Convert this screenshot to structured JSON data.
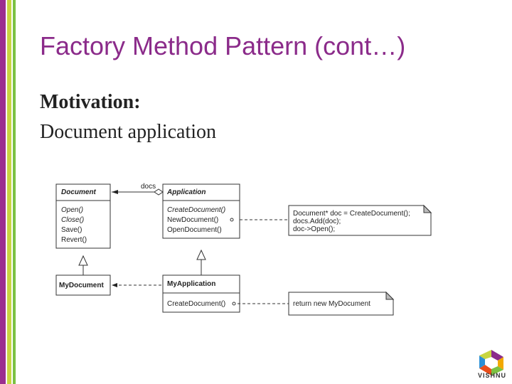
{
  "slide": {
    "title": "Factory Method Pattern (cont…)",
    "heading": "Motivation:",
    "subheading": "Document application"
  },
  "diagram": {
    "document_class": {
      "name": "Document",
      "methods": [
        "Open()",
        "Close()",
        "Save()",
        "Revert()"
      ]
    },
    "application_class": {
      "name": "Application",
      "methods": [
        "CreateDocument()",
        "NewDocument()",
        "OpenDocument()"
      ]
    },
    "mydocument_class": {
      "name": "MyDocument"
    },
    "myapplication_class": {
      "name": "MyApplication",
      "methods": [
        "CreateDocument()"
      ]
    },
    "association_label": "docs",
    "note_newdocument": [
      "Document* doc = CreateDocument();",
      "docs.Add(doc);",
      "doc->Open();"
    ],
    "note_createdocument": "return new MyDocument"
  },
  "logo": {
    "text": "VISHNU"
  },
  "colors": {
    "title": "#8b2b8a",
    "stripe_purple": "#9b2f8f",
    "stripe_yellow": "#c8d640",
    "stripe_green": "#7cc142"
  }
}
